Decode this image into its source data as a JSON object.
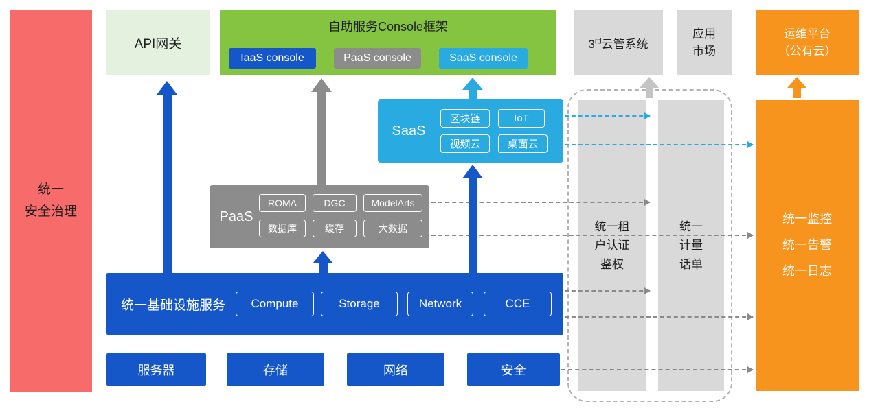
{
  "colors": {
    "blue": "#1557C9",
    "gray": "#8C8C8C",
    "light_gray": "#D9D9D9",
    "cyan": "#29ABE2",
    "green": "#85C441",
    "light_green": "#E4F1DF",
    "orange": "#F7941D",
    "red": "#F76B6B"
  },
  "security_bar": {
    "label": "统一\n安全治理"
  },
  "api_gateway": {
    "label": "API网关"
  },
  "console_frame": {
    "title": "自助服务Console框架",
    "buttons": [
      {
        "label": "IaaS console"
      },
      {
        "label": "PaaS console"
      },
      {
        "label": "SaaS console"
      }
    ]
  },
  "third_party": {
    "prefix": "3",
    "sup": "rd",
    "suffix": "云管系统"
  },
  "app_market": {
    "label": "应用\n市场"
  },
  "ops_platform": {
    "label": "运维平台\n（公有云）"
  },
  "saas": {
    "label": "SaaS",
    "items": [
      "区块链",
      "IoT",
      "视频云",
      "桌面云"
    ]
  },
  "paas": {
    "label": "PaaS",
    "items": [
      "ROMA",
      "DGC",
      "ModelArts",
      "数据库",
      "缓存",
      "大数据"
    ]
  },
  "iaas": {
    "label": "统一基础设施服务",
    "items": [
      "Compute",
      "Storage",
      "Network",
      "CCE"
    ]
  },
  "hardware": {
    "items": [
      "服务器",
      "存储",
      "网络",
      "安全"
    ]
  },
  "auth_bar": {
    "label": "统一租\n户认证\n鉴权"
  },
  "metering_bar": {
    "label": "统一\n计量\n话单"
  },
  "monitor_bar": {
    "label": "统一监控\n统一告警\n统一日志"
  }
}
